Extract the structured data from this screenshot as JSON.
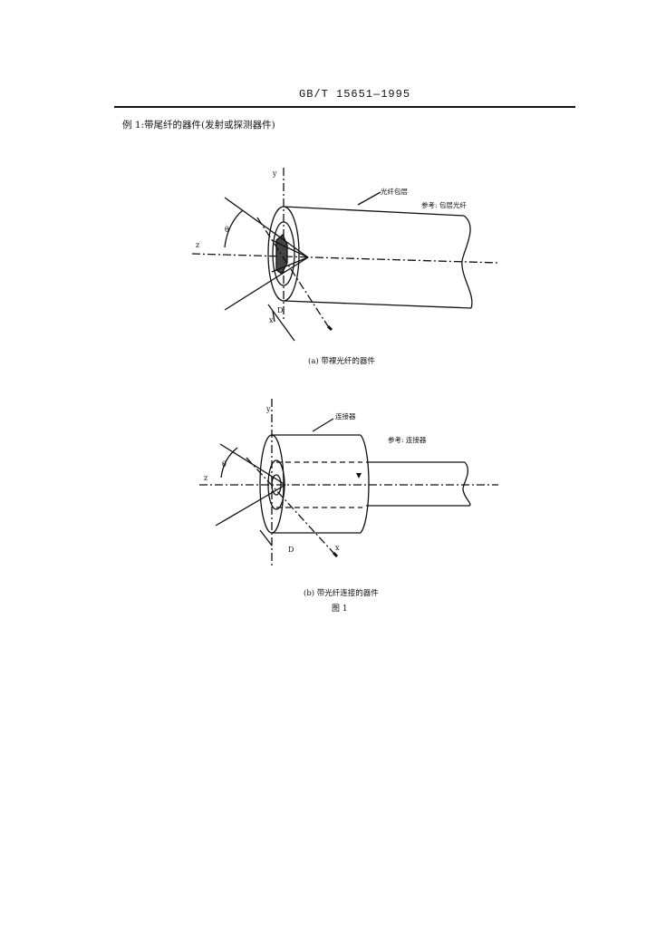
{
  "header": {
    "standard_number": "GB/T 15651—1995"
  },
  "example_heading": "例 1:带尾纤的器件(发射或探测器件)",
  "figure_a": {
    "label_y": "y",
    "label_z": "z",
    "label_theta": "θ",
    "label_D": "D",
    "label_x": "x",
    "callout_cladding": "光纤包层",
    "callout_reference": "参考: 包层光纤",
    "caption": "(a)  带裸光纤的器件"
  },
  "figure_b": {
    "label_y": "y",
    "label_z": "z",
    "label_theta": "θ",
    "label_D": "D",
    "label_x": "x",
    "callout_connector": "连接器",
    "callout_reference": "参考: 连接器",
    "caption": "(b)  带光纤连接的器件"
  },
  "figure_title": "图 1"
}
